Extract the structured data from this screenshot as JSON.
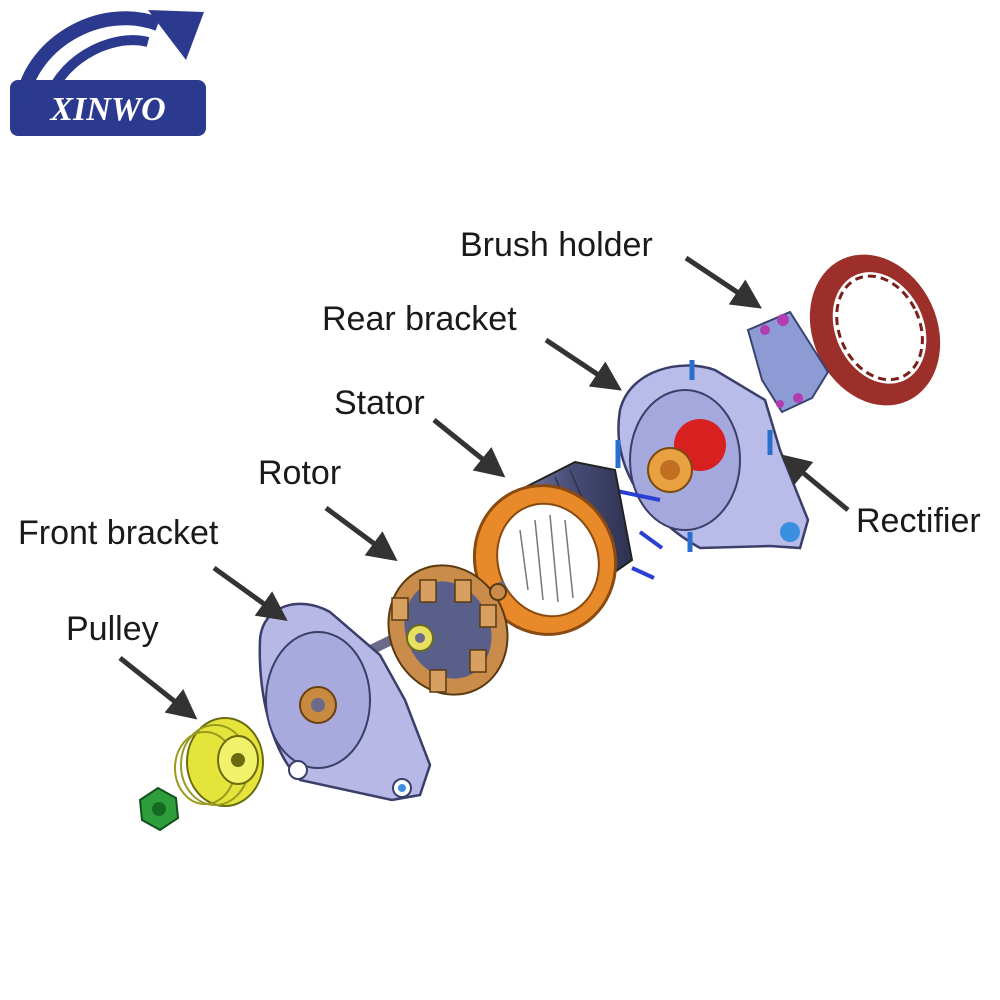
{
  "logo": {
    "text": "XINWO",
    "color": "#2b3a8f"
  },
  "labels": {
    "brush_holder": "Brush holder",
    "rear_bracket": "Rear bracket",
    "stator": "Stator",
    "rotor": "Rotor",
    "front_bracket": "Front bracket",
    "pulley": "Pulley",
    "rectifier": "Rectifier"
  },
  "colors": {
    "cover": "#9c2f2a",
    "brush_holder": "#8d9bd4",
    "rear_bracket": "#b9bce8",
    "stator_ring": "#e8892a",
    "stator_core": "#5a5f8a",
    "rotor": "#c98c4a",
    "front_bracket": "#b7b8e6",
    "pulley": "#e4e43a",
    "nut": "#2e9e3c",
    "arrow": "#333333"
  }
}
